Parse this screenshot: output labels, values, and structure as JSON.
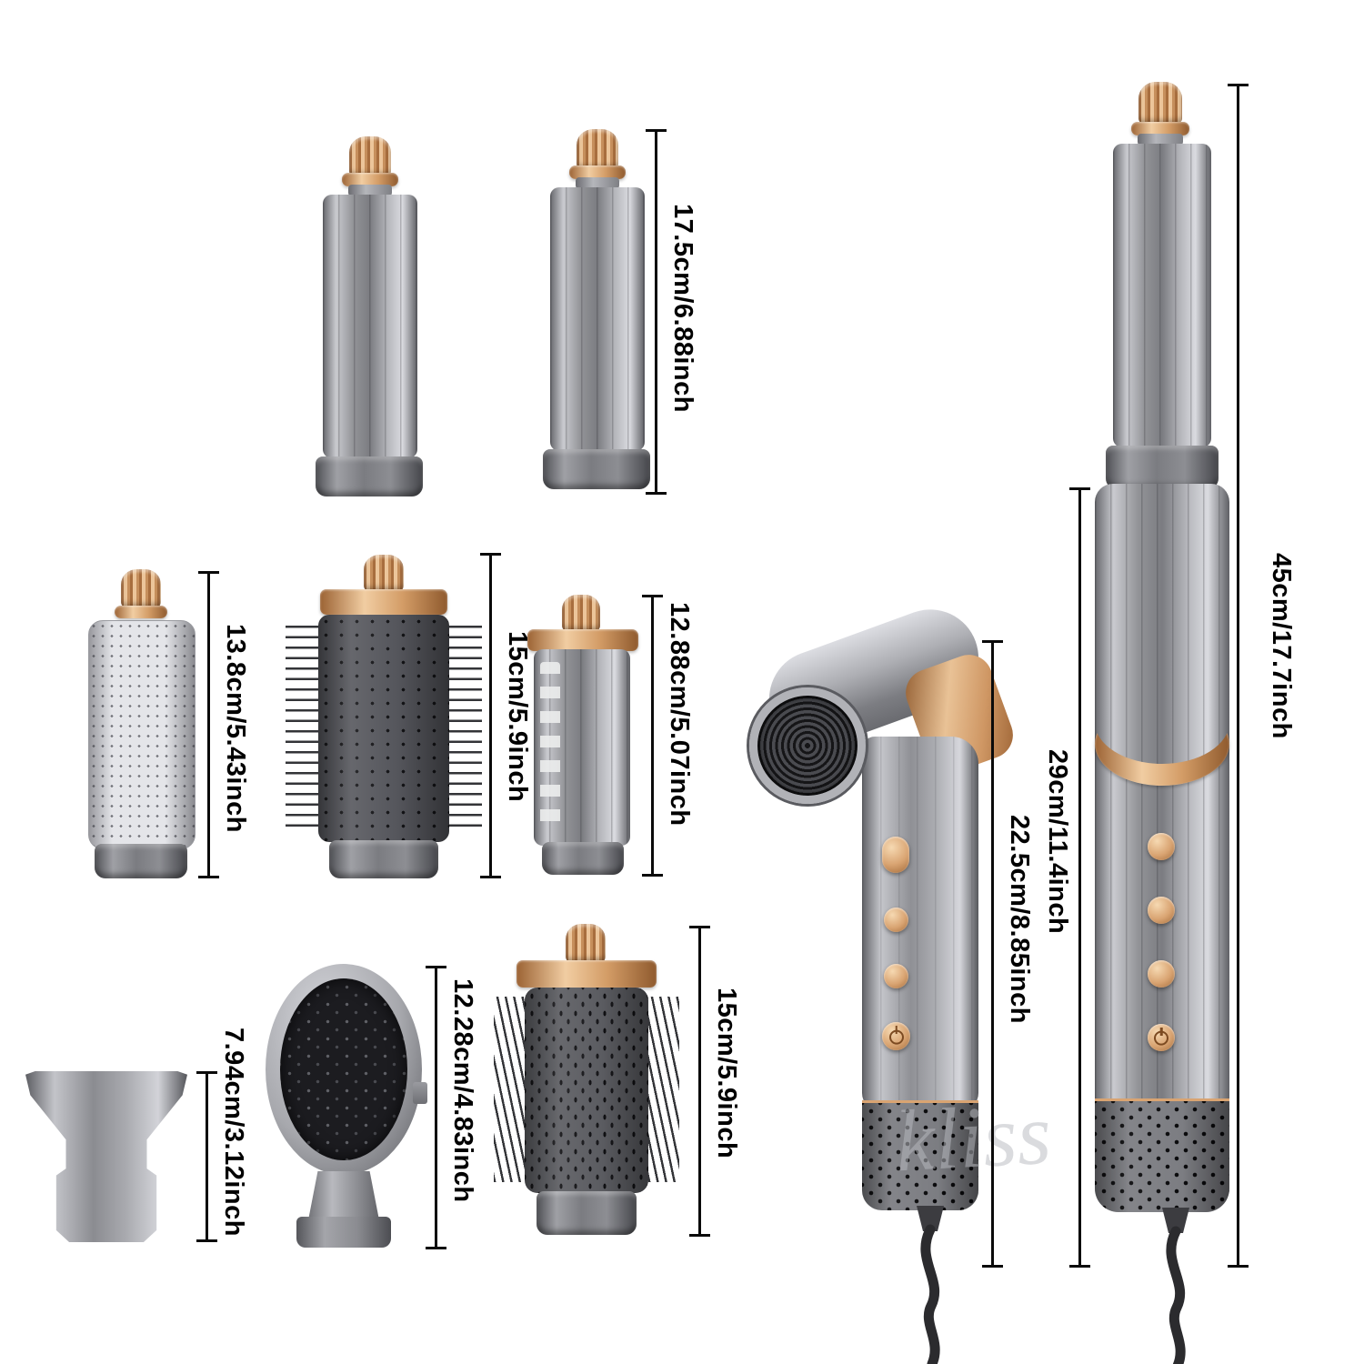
{
  "watermark": "kliss",
  "labels": {
    "barrel_duo": "17.5cm/6.88inch",
    "mesh_diffuser": "13.8cm/5.43inch",
    "soft_brush": "15cm/5.9inch",
    "slot_barrel": "12.88cm/5.07inch",
    "nozzle": "7.94cm/3.12inch",
    "paddle_brush": "12.28cm/4.83inch",
    "round_brush": "15cm/5.9inch",
    "dryer_body": "22.5cm/8.85inch",
    "main_body": "29cm/11.4inch",
    "full_unit": "45cm/17.7inch"
  },
  "colors": {
    "background": "#ffffff",
    "metal_light": "#d8d9de",
    "metal_mid": "#939498",
    "metal_dark": "#5f6065",
    "rose_gold": "#d9a472",
    "rose_gold_dark": "#9c6334",
    "bristle_dark": "#212226",
    "measure_line": "#0a0a0a"
  }
}
